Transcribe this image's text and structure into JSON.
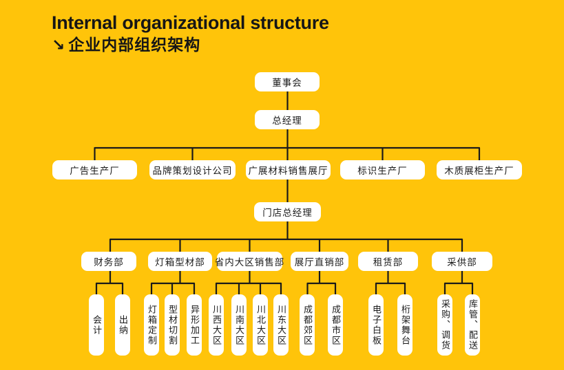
{
  "title": {
    "en": "Internal organizational structure",
    "arrow": "↘",
    "zh": "企业内部组织架构"
  },
  "colors": {
    "background": "#FFC40A",
    "node_bg": "#FFFFFF",
    "line": "#1A1A1A",
    "text": "#1B1B1B"
  },
  "org": {
    "board": "董事会",
    "general_manager": "总经理",
    "branches": [
      "广告生产厂",
      "品牌策划设计公司",
      "广展材料销售展厅",
      "标识生产厂",
      "木质展柜生产厂"
    ],
    "store_general_manager": "门店总经理",
    "departments": [
      {
        "label": "财务部",
        "children": [
          "会计",
          "出纳"
        ]
      },
      {
        "label": "灯箱型材部",
        "children": [
          "灯箱定制",
          "型材切割",
          "异形加工"
        ]
      },
      {
        "label": "省内大区销售部",
        "children": [
          "川西大区",
          "川南大区",
          "川北大区",
          "川东大区"
        ]
      },
      {
        "label": "展厅直销部",
        "children": [
          "成都郊区",
          "成都市区"
        ]
      },
      {
        "label": "租赁部",
        "children": [
          "电子白板",
          "桁架舞台"
        ]
      },
      {
        "label": "采供部",
        "children": [
          "采购、调货",
          "库管、配送"
        ]
      }
    ]
  }
}
